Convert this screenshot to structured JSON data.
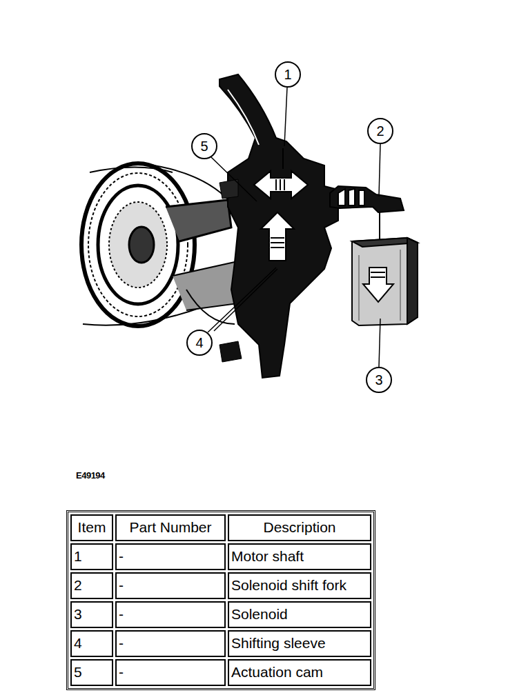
{
  "diagram": {
    "nodes": [
      {
        "text": [
          "1"
        ]
      },
      {
        "text": [
          "2"
        ]
      },
      {
        "text": [
          "5"
        ]
      },
      {
        "text": [
          "4"
        ]
      },
      {
        "text": [
          "3"
        ]
      }
    ],
    "labels": [
      "E49194",
      "Item",
      "Part Number",
      "Description",
      "1",
      "-",
      "Motor shaft",
      "2",
      "-",
      "Solenoid shift fork",
      "3",
      "-",
      "Solenoid",
      "4",
      "-",
      "Shifting sleeve",
      "5",
      "-",
      "Actuation cam"
    ]
  }
}
